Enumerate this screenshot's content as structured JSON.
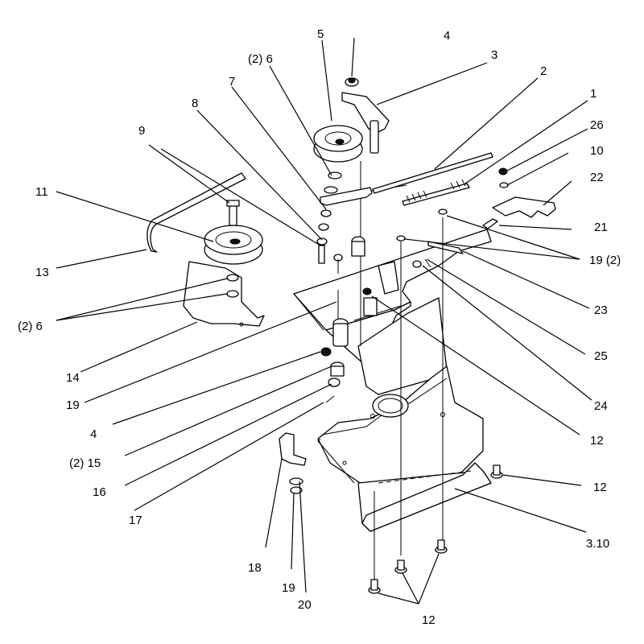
{
  "diagram": {
    "callouts": {
      "c1": "1",
      "c2": "2",
      "c3": "3",
      "c4a": "4",
      "c4b": "4",
      "c5": "5",
      "c6a": "(2)  6",
      "c6b": "(2)  6",
      "c7": "7",
      "c8": "8",
      "c9": "9",
      "c10": "10",
      "c11": "11",
      "c12a": "12",
      "c12b": "12",
      "c12c": "12",
      "c13": "13",
      "c14": "14",
      "c15": "(2)  15",
      "c16": "16",
      "c17": "17",
      "c18": "18",
      "c19a": "19  (2)",
      "c19b": "19",
      "c19c": "19",
      "c20": "20",
      "c21": "21",
      "c22": "22",
      "c23": "23",
      "c24": "24",
      "c25": "25",
      "c26": "26",
      "c310": "3.10"
    }
  }
}
